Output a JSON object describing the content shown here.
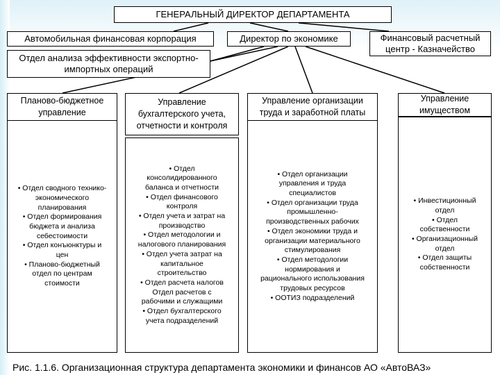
{
  "diagram": {
    "general_director": "ГЕНЕРАЛЬНЫЙ ДИРЕКТОР ДЕПАРТАМЕНТА",
    "auto_finance_corp": "Автомобильная финансовая корпорация",
    "economics_director": "Директор по экономике",
    "settlement_center": [
      "Финансовый расчетный",
      "центр - Казначейство"
    ],
    "export_import_dept": [
      "Отдел анализа эффективности экспортно-",
      "импортных операций"
    ],
    "columns": [
      {
        "title": [
          "Планово-бюджетное",
          "управление"
        ],
        "items": [
          "• Отдел сводного технико-",
          "экономического",
          "планирования",
          "• Отдел формирования",
          "бюджета и анализа",
          "себестоимости",
          "• Отдел конъюнктуры и",
          "цен",
          "• Планово-бюджетный",
          "отдел по центрам",
          "стоимости"
        ]
      },
      {
        "title": [
          "Управление",
          "бухгалтерского учета,",
          "отчетности и контроля"
        ],
        "items": [
          "• Отдел",
          "консолидированного",
          "баланса и отчетности",
          "• Отдел финансового",
          "контроля",
          "• Отдел учета и затрат на",
          "производство",
          "• Отдел методологии и",
          "налогового планирования",
          "• Отдел учета затрат на",
          "капитальное",
          "строительство",
          "• Отдел расчета налогов",
          "Отдел расчетов с",
          "рабочими и служащими",
          "• Отдел бухгалтерского",
          "учета подразделений"
        ]
      },
      {
        "title": [
          "Управление организации",
          "труда и заработной платы"
        ],
        "items": [
          "• Отдел организации",
          "управления и труда",
          "специалистов",
          "• Отдел организации труда",
          "промышленно-",
          "производственных рабочих",
          "• Отдел экономики труда и",
          "организации материального",
          "стимулирования",
          "• Отдел методологии",
          "нормирования и",
          "рационального использования",
          "трудовых ресурсов",
          "• ООТИЗ подразделений"
        ]
      },
      {
        "title": [
          "Управление",
          "имуществом"
        ],
        "items": [
          "• Инвестиционный",
          "отдел",
          "• Отдел",
          "собственности",
          "• Организационный",
          "отдел",
          "• Отдел защиты",
          "собственности"
        ]
      }
    ]
  },
  "caption": "Рис. 1.1.6. Организационная структура департамента экономики и финансов АО «АвтоВАЗ»"
}
